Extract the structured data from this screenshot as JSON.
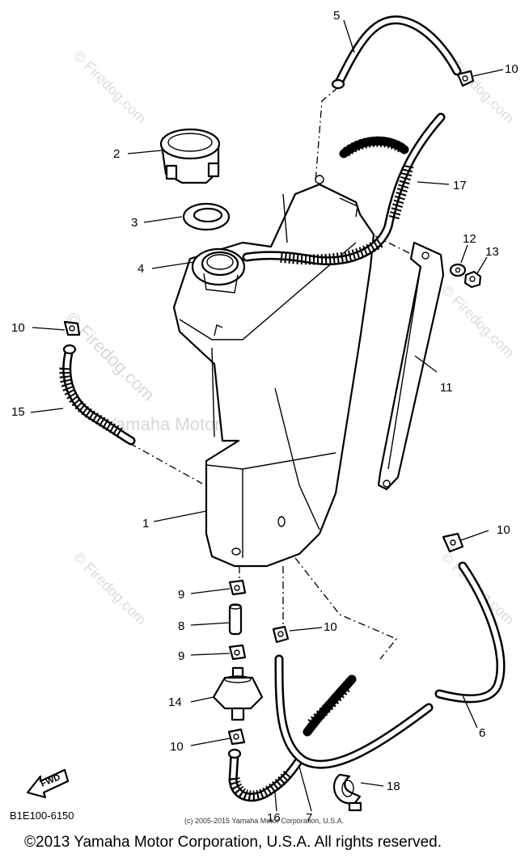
{
  "callouts": {
    "p1": "1",
    "p2": "2",
    "p3": "3",
    "p4": "4",
    "p5": "5",
    "p6": "6",
    "p7": "7",
    "p8": "8",
    "p9a": "9",
    "p9b": "9",
    "p10a": "10",
    "p10b": "10",
    "p10c": "10",
    "p10d": "10",
    "p10e": "10",
    "p11": "11",
    "p12": "12",
    "p13": "13",
    "p14": "14",
    "p15": "15",
    "p16": "16",
    "p17": "17",
    "p18": "18"
  },
  "fwd_label": "FWD",
  "diagram_code": "B1E100-6150",
  "inner_copyright": "(c) 2005-2015 Yamaha Motor Corporation, U.S.A.",
  "watermark": {
    "site": "© Firedog.com",
    "center_text": "Yamaha Motor Corp., U.S.A."
  },
  "footer": {
    "copyright": "©2013 Yamaha Motor Corporation, U.S.A. All rights reserved."
  }
}
